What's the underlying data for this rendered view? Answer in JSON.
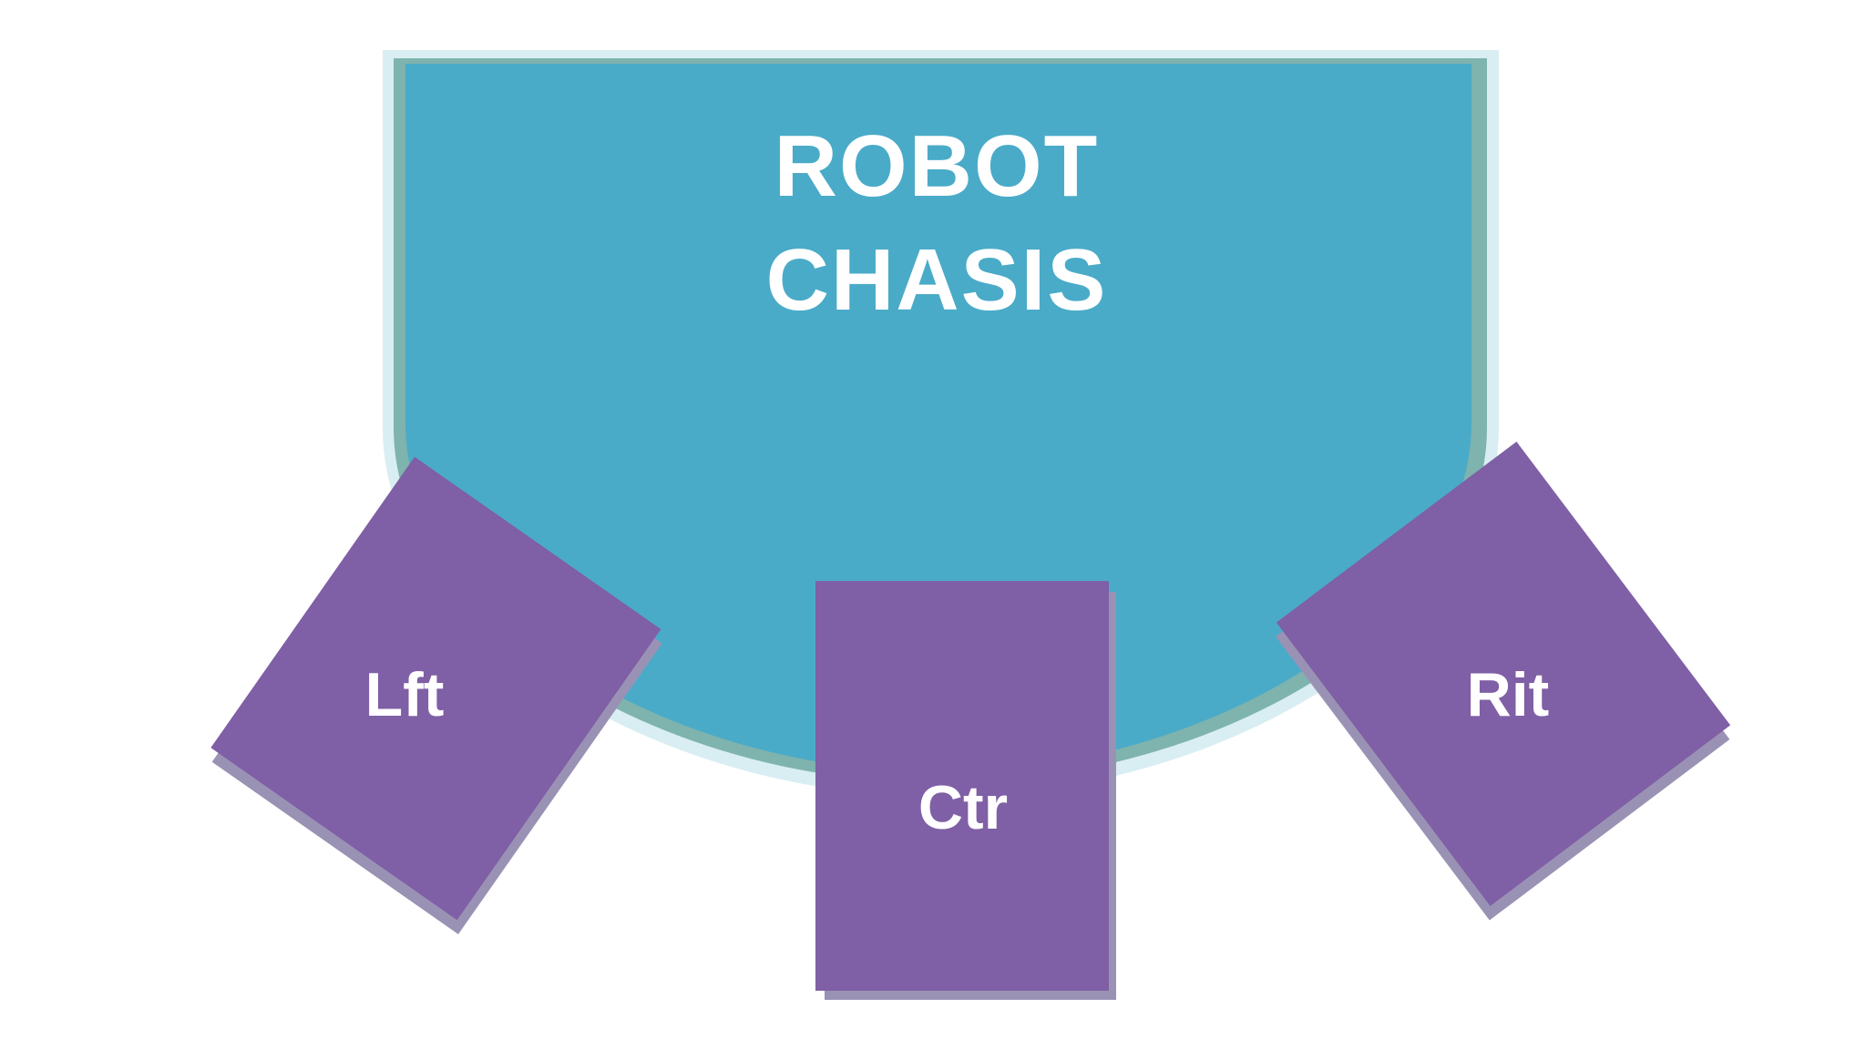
{
  "chassis": {
    "title_line1": "ROBOT",
    "title_line2": "CHASIS",
    "fill": "#4AABC8",
    "outline": "#D9EEF2"
  },
  "sensors": {
    "left": {
      "label": "Lft"
    },
    "center": {
      "label": "Ctr"
    },
    "right": {
      "label": "Rit"
    },
    "fill": "#7F5FA5",
    "shadow": "#9A92B4"
  }
}
